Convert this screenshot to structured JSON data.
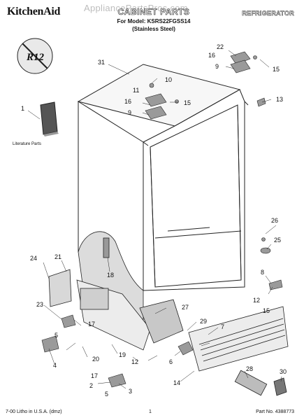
{
  "header": {
    "brand": "KitchenAid",
    "title": "CABINET PARTS",
    "model_line": "For Model: KSRS22FGSS14",
    "finish_line": "(Stainless Steel)",
    "category": "REFRIGERATOR",
    "watermark": "AppliancePartsPros.com"
  },
  "diagram": {
    "r12_badge": "R12",
    "literature_label": "Literature Parts",
    "callouts": [
      "31",
      "22",
      "16",
      "9",
      "15",
      "10",
      "11",
      "16",
      "15",
      "9",
      "13",
      "1",
      "26",
      "25",
      "24",
      "21",
      "18",
      "8",
      "12",
      "15",
      "27",
      "23",
      "5",
      "17",
      "29",
      "7",
      "4",
      "20",
      "19",
      "12",
      "6",
      "17",
      "2",
      "5",
      "3",
      "14",
      "28",
      "30"
    ]
  },
  "footer": {
    "print_info": "7-00 Litho in U.S.A. (dmz)",
    "page_number": "1",
    "part_number": "Part No. 4388773"
  }
}
